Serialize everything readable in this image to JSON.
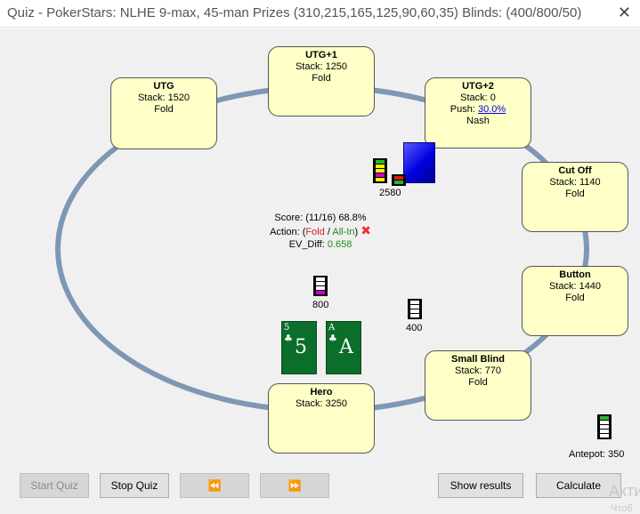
{
  "window": {
    "title": "Quiz - PokerStars: NLHE 9-max, 45-man Prizes (310,215,165,125,90,60,35) Blinds: (400/800/50)",
    "close_glyph": "✕"
  },
  "seats": {
    "utg": {
      "name": "UTG",
      "stack": "Stack: 1520",
      "action": "Fold"
    },
    "utg1": {
      "name": "UTG+1",
      "stack": "Stack: 1250",
      "action": "Fold"
    },
    "utg2": {
      "name": "UTG+2",
      "stack": "Stack: 0",
      "push_label": "Push:",
      "push_value": "30.0%",
      "action": "Nash"
    },
    "cutoff": {
      "name": "Cut Off",
      "stack": "Stack: 1140",
      "action": "Fold"
    },
    "button": {
      "name": "Button",
      "stack": "Stack: 1440",
      "action": "Fold"
    },
    "small_blind": {
      "name": "Small Blind",
      "stack": "Stack: 770",
      "action": "Fold"
    },
    "hero": {
      "name": "Hero",
      "stack": "Stack: 3250"
    }
  },
  "bets": {
    "utg2": "2580",
    "hero": "800",
    "small_blind": "400",
    "antepot": "Antepot: 350"
  },
  "hero_cards": [
    {
      "rank": "5",
      "suit": "♣"
    },
    {
      "rank": "A",
      "suit": "♣"
    }
  ],
  "result": {
    "score": "Score: (11/16) 68.8%",
    "action_label": "Action: (",
    "action_fold": "Fold",
    "action_sep": " / ",
    "action_allin": "All-In",
    "action_close": ")",
    "mark": "✖",
    "ev_label": "EV_Diff: ",
    "ev_value": "0.658"
  },
  "buttons": {
    "start_quiz": "Start Quiz",
    "stop_quiz": "Stop Quiz",
    "prev": "⏪",
    "next": "⏩",
    "show_results": "Show results",
    "calculate": "Calculate"
  },
  "watermark": {
    "line1": "Акти",
    "line2": "Чтоб"
  },
  "colors": {
    "seat_fill": "#ffffc8",
    "table_ring": "#7e97b4",
    "card_green": "#0b6e2b",
    "link": "#0000ee"
  }
}
